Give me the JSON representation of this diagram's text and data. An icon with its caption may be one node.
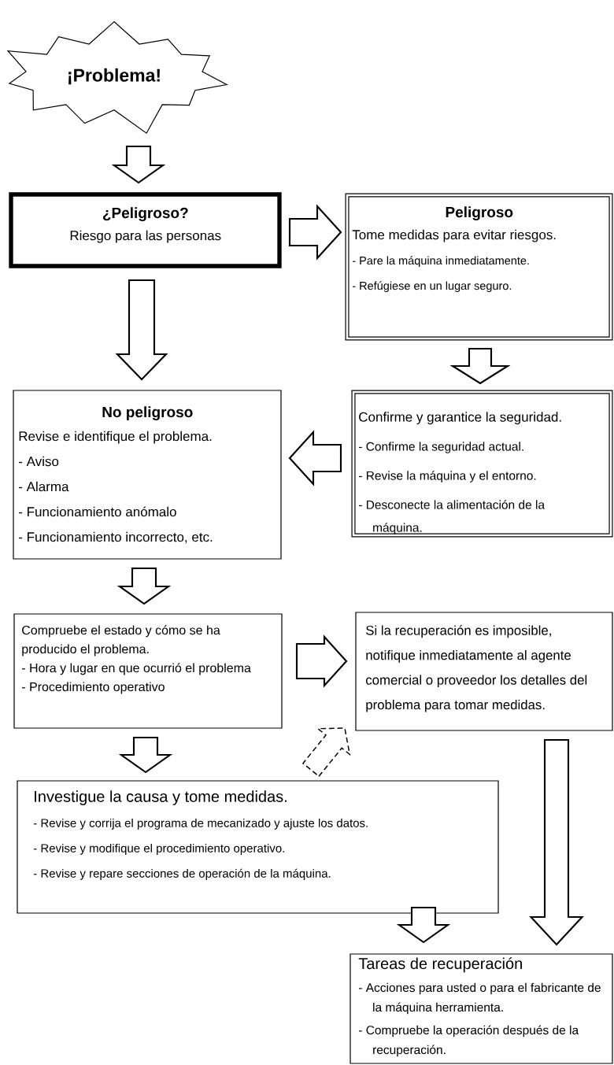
{
  "diagram": {
    "nodes": [
      {
        "text": [
          "¡Problema!"
        ]
      },
      {
        "text": [
          "¿Peligroso?",
          "Riesgo para las personas"
        ]
      },
      {
        "text": [
          "Peligroso",
          "Tome medidas para evitar riesgos.",
          "- Pare la máquina inmediatamente.",
          "- Refúgiese en un lugar seguro."
        ]
      },
      {
        "text": [
          "No peligroso",
          "Revise e identifique el problema.",
          "- Aviso",
          "- Alarma",
          "- Funcionamiento anómalo",
          "- Funcionamiento incorrecto, etc."
        ]
      },
      {
        "text": [
          "Confirme y garantice la seguridad.",
          "- Confirme la seguridad actual.",
          "- Revise la máquina y el entorno.",
          "- Desconecte la alimentación de la máquina."
        ]
      },
      {
        "text": [
          "Compruebe el estado y cómo se ha producido el problema.",
          "- Hora y lugar en que ocurrió el problema",
          "- Procedimiento operativo"
        ]
      },
      {
        "text": [
          "Si la recuperación es imposible, notifique inmediatamente al agente comercial o proveedor los detalles del problema para tomar medidas."
        ]
      },
      {
        "text": [
          "Investigue la causa y tome medidas.",
          "- Revise y corrija el programa de mecanizado y ajuste los datos.",
          "- Revise y modifique el procedimiento operativo.",
          "- Revise y repare secciones de operación de la máquina."
        ]
      },
      {
        "text": [
          "Tareas de recuperación",
          "- Acciones para usted o para el fabricante de la máquina herramienta.",
          "- Compruebe la operación después de la recuperación."
        ]
      }
    ],
    "edges": [
      {
        "from": 0,
        "to": 1,
        "arrow": "to"
      },
      {
        "from": 1,
        "to": 2,
        "arrow": "to"
      },
      {
        "from": 1,
        "to": 3,
        "arrow": "to"
      },
      {
        "from": 2,
        "to": 4,
        "arrow": "to"
      },
      {
        "from": 4,
        "to": 3,
        "arrow": "to"
      },
      {
        "from": 3,
        "to": 5,
        "arrow": "to"
      },
      {
        "from": 5,
        "to": 6,
        "arrow": "to"
      },
      {
        "from": 5,
        "to": 7,
        "arrow": "to"
      },
      {
        "from": 7,
        "to": 6,
        "arrow": "to",
        "style": "dashed"
      },
      {
        "from": 7,
        "to": 8,
        "arrow": "to"
      },
      {
        "from": 6,
        "to": 8,
        "arrow": "to"
      }
    ]
  }
}
